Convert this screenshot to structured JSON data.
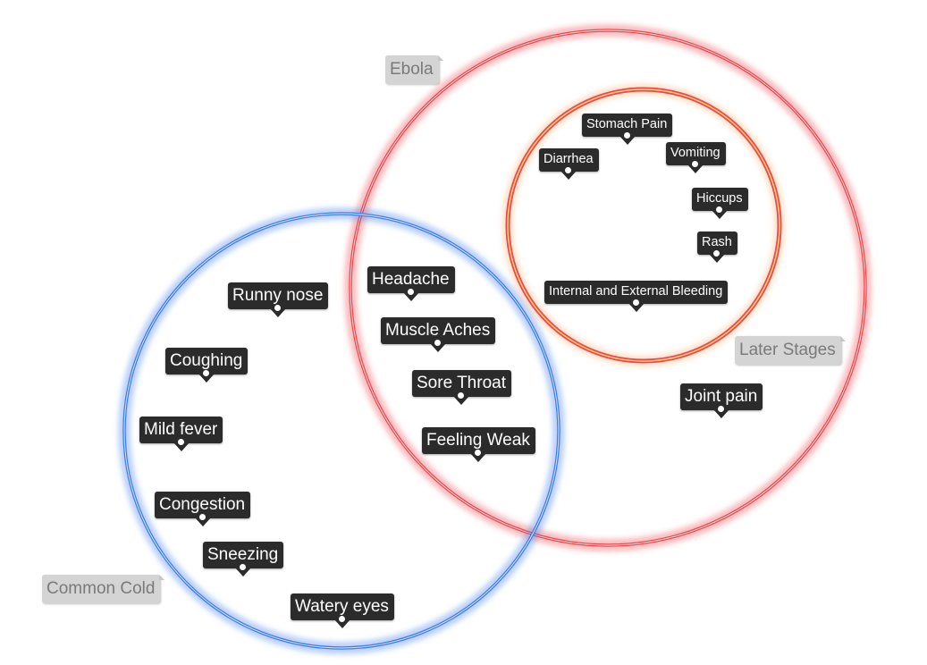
{
  "colors": {
    "ebola_ring": "#f0454b",
    "later_stages_ring": "#f6a35e",
    "common_cold_ring": "#3d7cf0",
    "tag_background": "#2b2b2b",
    "tag_text": "#ffffff",
    "label_background": "#d4d4d4",
    "label_text": "#7a7a7a"
  },
  "sets": {
    "ebola": "Ebola",
    "later_stages": "Later Stages",
    "common_cold": "Common Cold"
  },
  "symptoms": {
    "runny_nose": "Runny nose",
    "coughing": "Coughing",
    "mild_fever": "Mild fever",
    "congestion": "Congestion",
    "sneezing": "Sneezing",
    "watery_eyes": "Watery eyes",
    "headache": "Headache",
    "muscle_aches": "Muscle Aches",
    "sore_throat": "Sore Throat",
    "feeling_weak": "Feeling Weak",
    "joint_pain": "Joint pain",
    "stomach_pain": "Stomach Pain",
    "diarrhea": "Diarrhea",
    "vomiting": "Vomiting",
    "hiccups": "Hiccups",
    "rash": "Rash",
    "bleeding": "Internal and External Bleeding"
  }
}
